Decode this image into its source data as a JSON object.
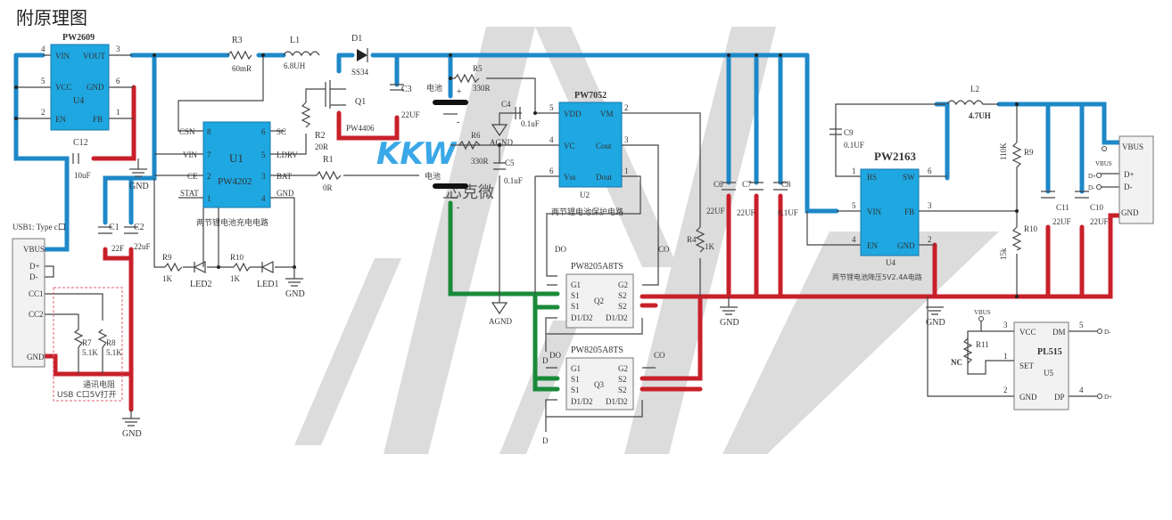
{
  "title": "附原理图",
  "watermark": {
    "brand": "KKW",
    "brand_cn": "芯克微",
    "brand_color": "#3aa8e8"
  },
  "colors": {
    "vbus_net": "#1e88c8",
    "gnd_net": "#c8202a",
    "battery_neg_net": "#1a8a3a",
    "ic_fill": "#1ea7e1"
  },
  "u4_boost": {
    "part": "PW2609",
    "ref": "U4",
    "pins": {
      "vin": "VIN",
      "vcc": "VCC",
      "en": "EN",
      "vout": "VOUT",
      "gnd": "GND",
      "fb": "FB"
    },
    "pin_nums": {
      "vin": "4",
      "vcc": "5",
      "en": "2",
      "vout": "3",
      "gnd": "6",
      "fb": "1"
    }
  },
  "c12": {
    "ref": "C12",
    "value": "10uF"
  },
  "gnd": "GND",
  "agnd": "AGND",
  "r3": {
    "ref": "R3",
    "value": "60mR"
  },
  "l1": {
    "ref": "L1",
    "value": "6.8UH"
  },
  "d1": {
    "ref": "D1",
    "value": "SS34"
  },
  "q1": {
    "ref": "Q1",
    "value": "PW4406"
  },
  "r2": {
    "ref": "R2",
    "value": "20R"
  },
  "r1": {
    "ref": "R1",
    "value": "0R"
  },
  "c3": {
    "ref": "C3",
    "value": "22UF"
  },
  "u1": {
    "ref": "U1",
    "part": "PW4202",
    "caption": "两节锂电池充电电路",
    "pins": {
      "csn": "CSN",
      "vin": "VIN",
      "ce": "CE",
      "stat": "STAT",
      "sc": "SC",
      "ldrv": "LDRV",
      "bat": "BAT",
      "gnd": "GND"
    },
    "pin_nums": {
      "csn": "8",
      "vin": "7",
      "ce": "2",
      "stat": "1",
      "sc": "6",
      "ldrv": "5",
      "bat": "3",
      "gnd": "4"
    }
  },
  "c1": {
    "ref": "C1",
    "value": "22F"
  },
  "c2": {
    "ref": "C2",
    "value": "22uF"
  },
  "r9a": {
    "ref": "R9",
    "value": "1K"
  },
  "r10a": {
    "ref": "R10",
    "value": "1K"
  },
  "led2": "LED2",
  "led1": "LED1",
  "usb1": {
    "label": "USB1: Type c口",
    "pins": {
      "vbus": "VBUS",
      "dp": "D+",
      "dm": "D-",
      "cc1": "CC1",
      "cc2": "CC2",
      "gnd": "GND"
    }
  },
  "r7": {
    "ref": "R7",
    "value": "5.1K"
  },
  "r8": {
    "ref": "R8",
    "value": "5.1K"
  },
  "cc_note": {
    "line1": "通讯电阻",
    "line2": "USB C口5V打开"
  },
  "battery": {
    "label": "电池",
    "plus": "+",
    "minus": "-"
  },
  "r5": {
    "ref": "R5",
    "value": "330R"
  },
  "r6": {
    "ref": "R6",
    "value": "330R"
  },
  "c4": {
    "ref": "C4",
    "value": "0.1uF"
  },
  "c5": {
    "ref": "C5",
    "value": "0.1uF"
  },
  "u2": {
    "ref": "U2",
    "part": "PW7052",
    "caption": "两节锂电池保护电路",
    "pins": {
      "vdd": "VDD",
      "vc": "VC",
      "vss": "Vss",
      "vm": "VM",
      "cout": "Cout",
      "dout": "Dout"
    },
    "pin_nums": {
      "vdd": "5",
      "vc": "4",
      "vss": "6",
      "vm": "2",
      "cout": "3",
      "dout": "1"
    }
  },
  "r4": {
    "ref": "R4",
    "value": "1K"
  },
  "q2": {
    "ref": "Q2",
    "part": "PW8205A8TS"
  },
  "q3": {
    "ref": "Q3",
    "part": "PW8205A8TS"
  },
  "mos_pins": {
    "g1": "G1",
    "s1": "S1",
    "d1d2": "D1/D2",
    "g2": "G2",
    "s2": "S2"
  },
  "mos_nets": {
    "do": "DO",
    "co": "CO",
    "d": "D"
  },
  "c6": {
    "ref": "C6",
    "value": "22UF"
  },
  "c7": {
    "ref": "C7",
    "value": "22UF"
  },
  "c8": {
    "ref": "C8",
    "value": "0.1UF"
  },
  "c9": {
    "ref": "C9",
    "value": "0.1UF"
  },
  "u4_buck": {
    "part": "PW2163",
    "ref": "U4",
    "caption": "两节锂电池降压5V2.4A电路",
    "pins": {
      "bs": "BS",
      "vin": "VIN",
      "en": "EN",
      "sw": "SW",
      "fb": "FB",
      "gnd": "GND"
    },
    "pin_nums": {
      "bs": "1",
      "vin": "5",
      "en": "4",
      "sw": "6",
      "fb": "3",
      "gnd": "2"
    }
  },
  "l2": {
    "ref": "L2",
    "value": "4.7UH"
  },
  "r9b": {
    "ref": "R9",
    "value": "110K"
  },
  "r10b": {
    "ref": "R10",
    "value": "15k"
  },
  "c11": {
    "ref": "C11",
    "value": "22UF"
  },
  "c10": {
    "ref": "C10",
    "value": "22UF"
  },
  "usb_out": {
    "pins": {
      "vbus": "VBUS",
      "dp": "D+",
      "dm": "D-",
      "gnd": "GND"
    },
    "net_vbus": "VBUS",
    "net_dp": "D+",
    "net_dm": "D-"
  },
  "u5": {
    "ref": "U5",
    "part": "PL515",
    "pins": {
      "vcc": "VCC",
      "set": "SET",
      "gnd": "GND",
      "dm": "DM",
      "dp": "DP"
    },
    "pin_nums": {
      "vcc": "3",
      "set": "1",
      "gnd": "2",
      "dm": "5",
      "dp": "4"
    },
    "net_vbus": "VBUS",
    "net_dm": "D-",
    "net_dp": "D+"
  },
  "r11": {
    "ref": "R11",
    "value": "NC"
  }
}
